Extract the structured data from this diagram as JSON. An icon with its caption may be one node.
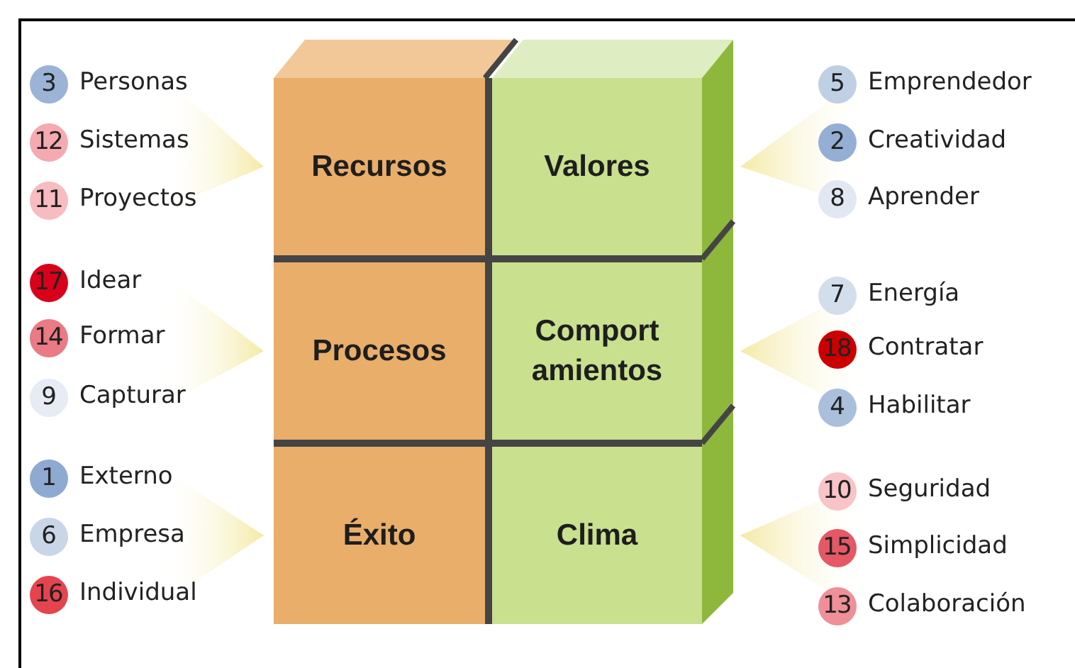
{
  "diagram": {
    "nodes": [
      {
        "text": [
          "Recursos"
        ]
      },
      {
        "text": [
          "Valores"
        ]
      },
      {
        "text": [
          "Procesos"
        ]
      },
      {
        "text": [
          "Comport amientos"
        ]
      },
      {
        "text": [
          "Éxito"
        ]
      },
      {
        "text": [
          "Clima"
        ]
      },
      {
        "text": [
          "3"
        ],
        "beside": [
          "Personas"
        ]
      },
      {
        "text": [
          "12"
        ],
        "beside": [
          "Sistemas"
        ]
      },
      {
        "text": [
          "11"
        ],
        "beside": [
          "Proyectos"
        ]
      },
      {
        "text": [
          "17"
        ],
        "beside": [
          "Idear"
        ]
      },
      {
        "text": [
          "14"
        ],
        "beside": [
          "Formar"
        ]
      },
      {
        "text": [
          "9"
        ],
        "beside": [
          "Capturar"
        ]
      },
      {
        "text": [
          "1"
        ],
        "beside": [
          "Externo"
        ]
      },
      {
        "text": [
          "6"
        ],
        "beside": [
          "Empresa"
        ]
      },
      {
        "text": [
          "16"
        ],
        "beside": [
          "Individual"
        ]
      },
      {
        "text": [
          "5"
        ],
        "beside": [
          "Emprendedor"
        ]
      },
      {
        "text": [
          "2"
        ],
        "beside": [
          "Creatividad"
        ]
      },
      {
        "text": [
          "8"
        ],
        "beside": [
          "Aprender"
        ]
      },
      {
        "text": [
          "7"
        ],
        "beside": [
          "Energía"
        ]
      },
      {
        "text": [
          "18"
        ],
        "beside": [
          "Contratar"
        ]
      },
      {
        "text": [
          "4"
        ],
        "beside": [
          "Habilitar"
        ]
      },
      {
        "text": [
          "10"
        ],
        "beside": [
          "Seguridad"
        ]
      },
      {
        "text": [
          "15"
        ],
        "beside": [
          "Simplicidad"
        ]
      },
      {
        "text": [
          "13"
        ],
        "beside": [
          "Colaboración"
        ]
      }
    ],
    "edges": [
      {
        "from": 6,
        "to": 0,
        "arrow": "to"
      },
      {
        "from": 7,
        "to": 0,
        "arrow": "to"
      },
      {
        "from": 8,
        "to": 0,
        "arrow": "to"
      },
      {
        "from": 9,
        "to": 2,
        "arrow": "to"
      },
      {
        "from": 10,
        "to": 2,
        "arrow": "to"
      },
      {
        "from": 11,
        "to": 2,
        "arrow": "to"
      },
      {
        "from": 12,
        "to": 4,
        "arrow": "to"
      },
      {
        "from": 13,
        "to": 4,
        "arrow": "to"
      },
      {
        "from": 14,
        "to": 4,
        "arrow": "to"
      },
      {
        "from": 15,
        "to": 1,
        "arrow": "to"
      },
      {
        "from": 16,
        "to": 1,
        "arrow": "to"
      },
      {
        "from": 17,
        "to": 1,
        "arrow": "to"
      },
      {
        "from": 18,
        "to": 3,
        "arrow": "to"
      },
      {
        "from": 19,
        "to": 3,
        "arrow": "to"
      },
      {
        "from": 20,
        "to": 3,
        "arrow": "to"
      },
      {
        "from": 21,
        "to": 5,
        "arrow": "to"
      },
      {
        "from": 22,
        "to": 5,
        "arrow": "to"
      },
      {
        "from": 23,
        "to": 5,
        "arrow": "to"
      }
    ]
  }
}
